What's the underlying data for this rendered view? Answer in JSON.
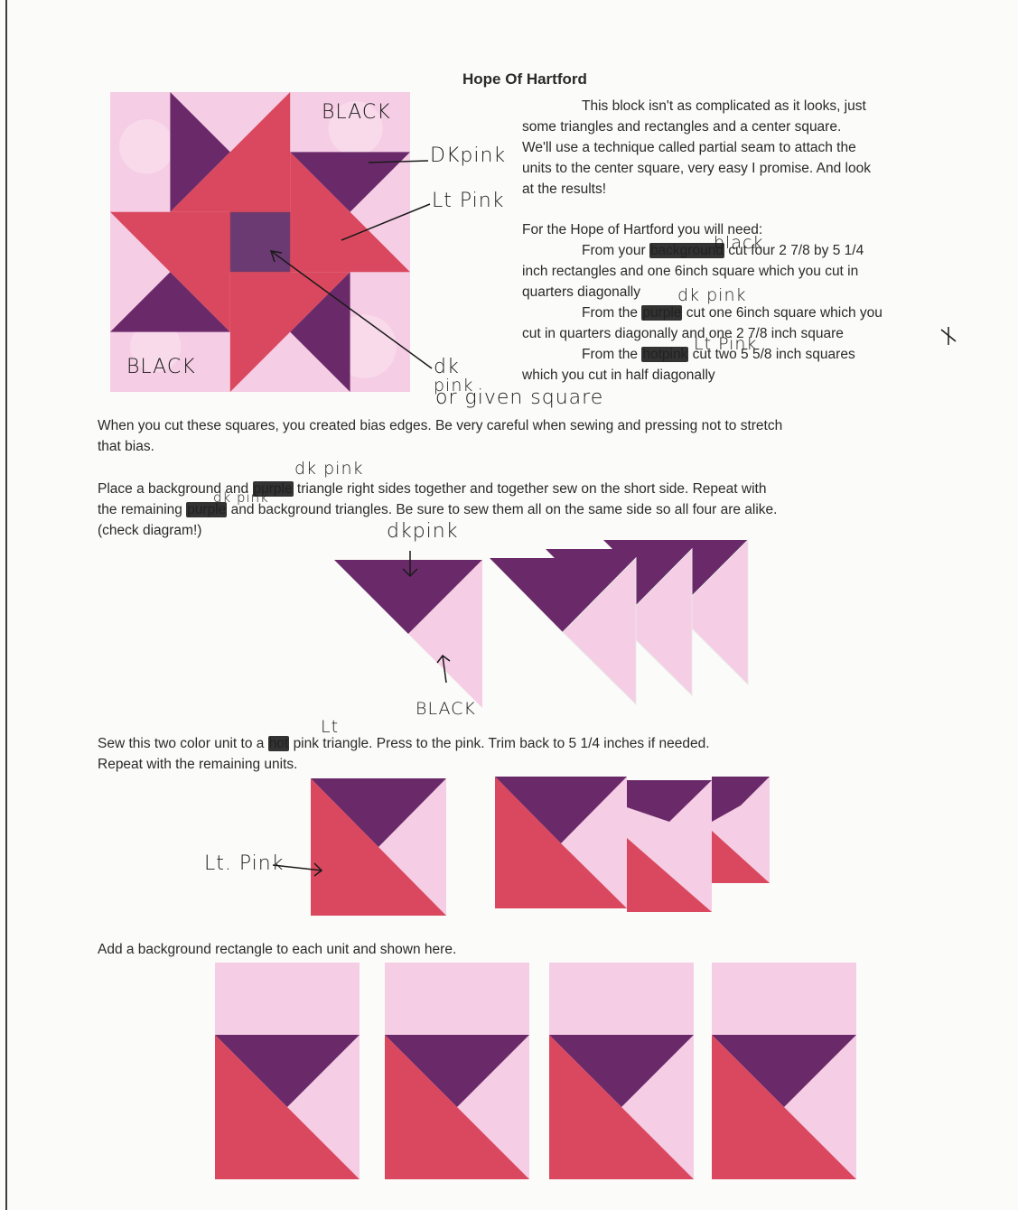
{
  "title": "Hope Of Hartford",
  "intro": {
    "lines": [
      "This block isn't as complicated as it looks, just",
      "some triangles and rectangles and a center square.",
      "We'll use a technique called partial seam to attach the",
      "units to the center square, very easy I promise. And look",
      "at the results!"
    ]
  },
  "needs": {
    "heading": "For the Hope of Hartford you will need:",
    "l1_a": "From your",
    "l1_struck": "background",
    "l1_b": "cut four 2 7/8 by 5 1/4",
    "l2": "inch rectangles and one 6inch square which you cut in",
    "l3": "quarters diagonally",
    "l4_a": "From the",
    "l4_struck": "purple",
    "l4_b": "cut one 6inch square which you",
    "l5": "cut in quarters diagonally and one 2 7/8 inch square",
    "l6_a": "From the",
    "l6_struck": "hotpink",
    "l6_b": "cut two 5 5/8 inch squares",
    "l7": "which you cut in half diagonally"
  },
  "bias": {
    "lines": [
      "When you cut these squares, you created bias edges. Be very careful when sewing and pressing not to stretch",
      "that bias."
    ]
  },
  "place": {
    "l1_a": "Place a background and",
    "l1_struck": "purple",
    "l1_b": "triangle right sides together and together sew on the short side. Repeat with",
    "l2_a": "the remaining",
    "l2_struck": "purple",
    "l2_b": "and background triangles. Be sure to sew them all on the same side so all four are alike.",
    "l3": "(check diagram!)"
  },
  "sew": {
    "l1_a": "Sew this two color unit to a",
    "l1_struck": "hot",
    "l1_b": "pink triangle. Press to the pink. Trim back to 5 1/4 inches if needed.",
    "l2": "Repeat with the remaining units."
  },
  "add": {
    "text": "Add a background rectangle to each unit and shown here."
  },
  "handwriting": {
    "black_top": "BLACK",
    "dkpink_side": "DKpink",
    "ltpink_side": "Lt Pink",
    "black_bottom": "BLACK",
    "dk": "dk",
    "pink": "pink",
    "or_given": "or given square",
    "black_over": "black",
    "dkpink_over": "dk pink",
    "ltpink_over": "Lt Pink",
    "dkpink_place": "dk pink",
    "dkpink_remaining": "dk pink",
    "dkpink_diagram": "dkpink",
    "black_diagram": "BLACK",
    "lt_over": "Lt",
    "ltpink_diagram": "Lt. Pink"
  },
  "colors": {
    "background_fabric": "#f5cde4",
    "dark_pink_fabric": "#6a2a6a",
    "light_pink_fabric": "#d9485e",
    "center_square": "#6b3a72",
    "ink": "#1a1a1a"
  }
}
